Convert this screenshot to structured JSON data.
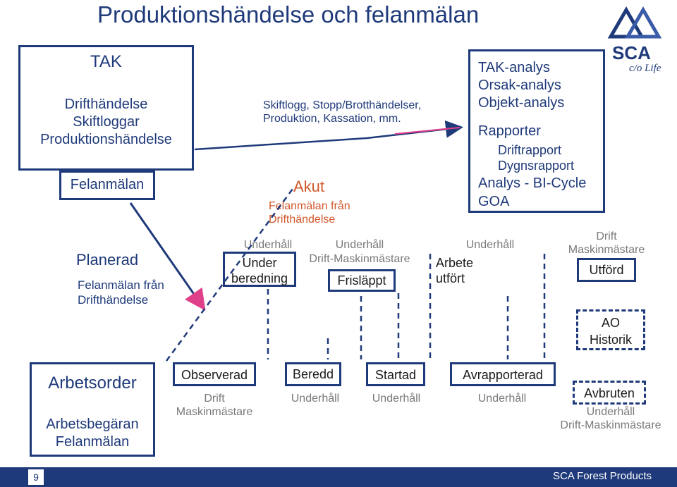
{
  "title": "Produktionshändelse och felanmälan",
  "tak_box": {
    "heading": "TAK",
    "lines": [
      "Drifthändelse",
      "Skiftloggar",
      "Produktionshändelse"
    ]
  },
  "felanmalan_box": "Felanmälan",
  "shift_note": [
    "Skiftlogg, Stopp/Brotthändelser,",
    "Produktion, Kassation, mm."
  ],
  "akut": {
    "heading": "Akut",
    "lines": [
      "Felanmälan från",
      "Drifthändelse"
    ]
  },
  "analysis_box": {
    "lines": [
      "TAK-analys",
      "Orsak-analys",
      "Objekt-analys"
    ],
    "reports_heading": "Rapporter",
    "reports": [
      "Driftrapport",
      "Dygnsrapport"
    ],
    "analys": "Analys - BI-Cycle",
    "goa": "GOA"
  },
  "planerad": {
    "heading": "Planerad",
    "lines": [
      "Felanmälan från",
      "Drifthändelse"
    ]
  },
  "stages": {
    "under_beredning": {
      "role": "Underhåll",
      "label": [
        "Under",
        "beredning"
      ]
    },
    "frislappt": {
      "role": "Underhåll",
      "role2": "Drift-Maskinmästare",
      "label": "Frisläppt"
    },
    "arbete_utfort": {
      "role": "Underhåll",
      "label": [
        "Arbete",
        "utfört"
      ]
    },
    "utford": {
      "role": [
        "Drift",
        "Maskinmästare"
      ],
      "label": "Utförd"
    }
  },
  "ao_historik": [
    "AO",
    "Historik"
  ],
  "arbetsorder_box": {
    "heading": "Arbetsorder",
    "lines": [
      "Arbetsbegäran",
      "Felanmälan"
    ]
  },
  "statuses": {
    "observerad": {
      "label": "Observerad",
      "role": [
        "Drift",
        "Maskinmästare"
      ]
    },
    "beredd": {
      "label": "Beredd",
      "role": "Underhåll"
    },
    "startad": {
      "label": "Startad",
      "role": "Underhåll"
    },
    "avrapporterad": {
      "label": "Avrapporterad",
      "role": "Underhåll"
    },
    "avbruten": {
      "label": "Avbruten",
      "role": [
        "Underhåll",
        "Drift-Maskinmästare"
      ]
    }
  },
  "logo": {
    "brand": "SCA",
    "tagline": "c/o Life"
  },
  "footer": {
    "page": "9",
    "org": "SCA Forest Products"
  },
  "colors": {
    "primary": "#1f3a7a",
    "accent": "#d2582c",
    "muted": "#7a7a7a",
    "arrow_pink": "#e0408a"
  }
}
